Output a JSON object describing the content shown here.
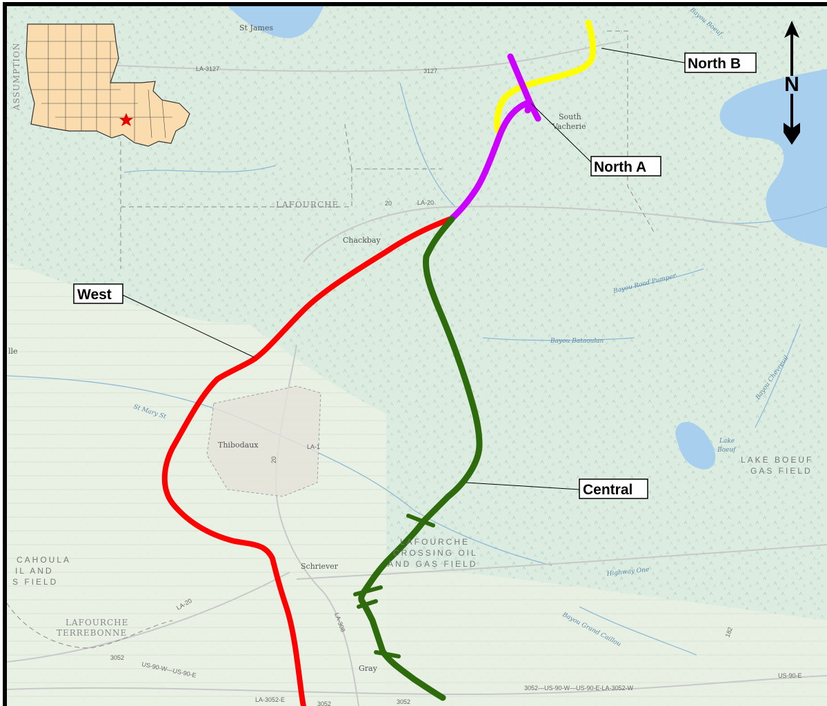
{
  "map": {
    "route_labels": {
      "north_b": "North B",
      "north_a": "North A",
      "west": "West",
      "central": "Central"
    },
    "north_arrow": "N",
    "route_colors": {
      "north_b": "#ffff00",
      "north_a": "#cc00ff",
      "west": "#ff0000",
      "central": "#2e6b0d"
    },
    "places": {
      "st_james": "St James",
      "south_vacherie_1": "South",
      "south_vacherie_2": "Vacherie",
      "chackbay": "Chackbay",
      "thibodaux": "Thibodaux",
      "schriever": "Schriever",
      "gray": "Gray",
      "lafourche": "LAFOURCHE",
      "lafourche_terrebonne_1": "LAFOURCHE",
      "lafourche_terrebonne_2": "TERREBONNE",
      "assumption": "ASSUMPTION",
      "ille": "lle"
    },
    "water": {
      "lake_boeuf_1": "Lake",
      "lake_boeuf_2": "Boeuf",
      "bayou_boeuf": "Bayou Boeuf",
      "bayou_chevreuil": "Bayou Chevreuil",
      "bayou_grand_caillou": "Bayou Grand Caillou",
      "bayou_road_pumper": "Bayou Road Pumper",
      "bayou_bataoulan": "Bayou Bataoulan",
      "st_mary_st": "St Mary St",
      "highway_one": "Highway One"
    },
    "fields": {
      "lake_boeuf_gas_1": "LAKE BOEUF",
      "lake_boeuf_gas_2": "GAS FIELD",
      "lafourche_crossing_1": "LAFOURCHE",
      "lafourche_crossing_2": "CROSSING OIL",
      "lafourche_crossing_3": "AND GAS FIELD",
      "cahoula_1": "CAHOULA",
      "cahoula_2": "IL AND",
      "cahoula_3": "S FIELD"
    },
    "roads": {
      "la_3127_a": "LA-3127",
      "la_3127_b": "3127",
      "la_20_a": "20",
      "la_20_b": "LA-20",
      "la_20_c": "LA-20",
      "la_1": "LA-1",
      "la_20_vert": "20",
      "la_308": "LA-308",
      "la_182": "182",
      "bottom_left": "3052",
      "us90_left": "US-90-W—US-90-E",
      "bottom_mid_1": "LA-3052-E",
      "bottom_mid_2": "3052",
      "bottom_mid_3": "3052",
      "us90_right": "3052—US-90-W—US-90-E-LA-3052-W",
      "us90_far": "US-90-E"
    }
  }
}
